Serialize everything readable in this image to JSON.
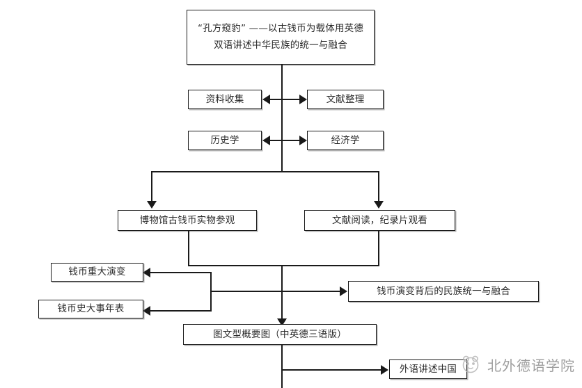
{
  "diagram": {
    "type": "flowchart",
    "background": "#ffffff",
    "line_color": "#1a1a1a",
    "text_color": "#2b2b2b",
    "title_node": {
      "label": "“孔方窥豹” ——以古钱币为载体用英德\n双语讲述中华民族的统一与融合"
    },
    "nodes": [
      {
        "id": "data-collection",
        "label": "资料收集"
      },
      {
        "id": "literature-sorting",
        "label": "文献整理"
      },
      {
        "id": "history-discipline",
        "label": "历史学"
      },
      {
        "id": "economics-discipline",
        "label": "经济学"
      },
      {
        "id": "museum-visit",
        "label": "博物馆古钱币实物参观"
      },
      {
        "id": "reading-documentary",
        "label": "文献阅读，纪录片观看"
      },
      {
        "id": "coin-evolution",
        "label": "钱币重大演变"
      },
      {
        "id": "coin-chronology",
        "label": "钱币史大事年表"
      },
      {
        "id": "ethnic-unity",
        "label": "钱币演变背后的民族统一与融合"
      },
      {
        "id": "summary-chart",
        "label": "图文型概要图（中英德三语版）"
      },
      {
        "id": "foreign-language-china",
        "label": "外语讲述中国"
      }
    ],
    "edges": [
      {
        "from": "data-collection",
        "to": "literature-sorting",
        "style": "bidirectional"
      },
      {
        "from": "history-discipline",
        "to": "economics-discipline",
        "style": "bidirectional"
      },
      {
        "from": "title-node",
        "to": "museum-visit",
        "style": "arrow"
      },
      {
        "from": "title-node",
        "to": "reading-documentary",
        "style": "arrow"
      },
      {
        "from": "museum-visit+reading-documentary",
        "to": "coin-evolution",
        "style": "arrow"
      },
      {
        "from": "museum-visit+reading-documentary",
        "to": "coin-chronology",
        "style": "arrow"
      },
      {
        "from": "museum-visit+reading-documentary",
        "to": "ethnic-unity",
        "style": "arrow"
      },
      {
        "from": "museum-visit+reading-documentary",
        "to": "summary-chart",
        "style": "arrow"
      },
      {
        "from": "summary-chart",
        "to": "foreign-language-china",
        "style": "arrow"
      }
    ]
  },
  "watermark": {
    "text": "北外德语学院",
    "logo_icon": "circular-panda-logo-icon",
    "color": "#8e8e8e"
  }
}
